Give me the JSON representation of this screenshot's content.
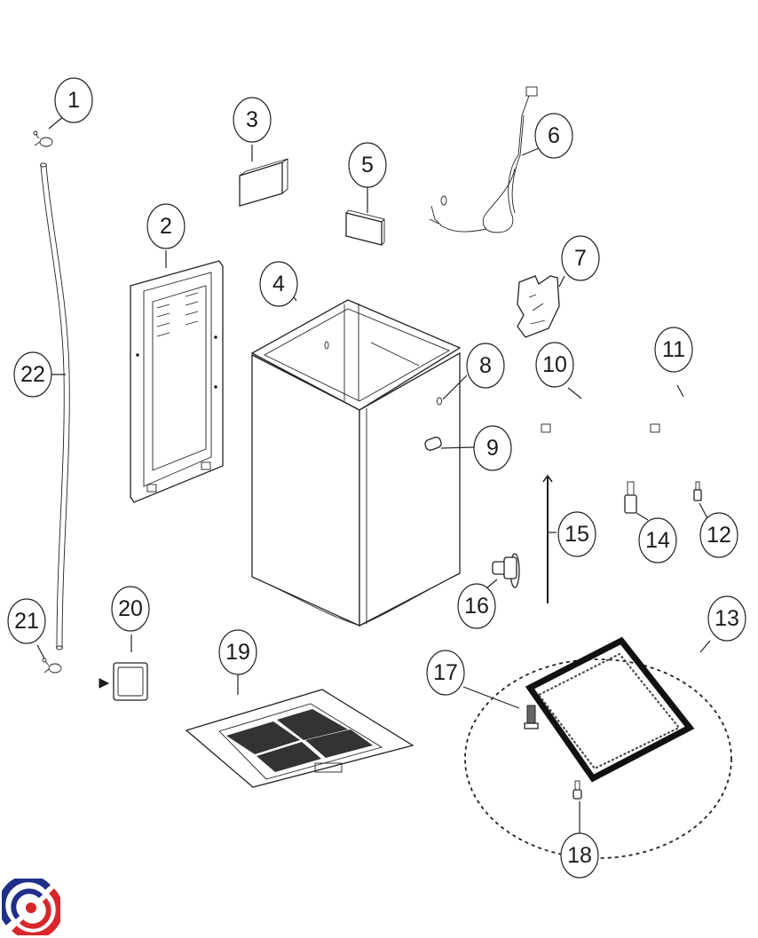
{
  "diagram": {
    "type": "exploded-parts-view",
    "callouts": [
      {
        "id": "1",
        "label": "1"
      },
      {
        "id": "2",
        "label": "2"
      },
      {
        "id": "3",
        "label": "3"
      },
      {
        "id": "4",
        "label": "4"
      },
      {
        "id": "5",
        "label": "5"
      },
      {
        "id": "6",
        "label": "6"
      },
      {
        "id": "7",
        "label": "7"
      },
      {
        "id": "8",
        "label": "8"
      },
      {
        "id": "9",
        "label": "9"
      },
      {
        "id": "10",
        "label": "10"
      },
      {
        "id": "11",
        "label": "11"
      },
      {
        "id": "12",
        "label": "12"
      },
      {
        "id": "13",
        "label": "13"
      },
      {
        "id": "14",
        "label": "14"
      },
      {
        "id": "15",
        "label": "15"
      },
      {
        "id": "16",
        "label": "16"
      },
      {
        "id": "17",
        "label": "17"
      },
      {
        "id": "18",
        "label": "18"
      },
      {
        "id": "19",
        "label": "19"
      },
      {
        "id": "20",
        "label": "20"
      },
      {
        "id": "21",
        "label": "21"
      },
      {
        "id": "22",
        "label": "22"
      }
    ]
  },
  "logo": {
    "icon": "brand-swirl-logo",
    "colors": {
      "blue": "#1f2f8a",
      "red": "#d8262b"
    }
  }
}
